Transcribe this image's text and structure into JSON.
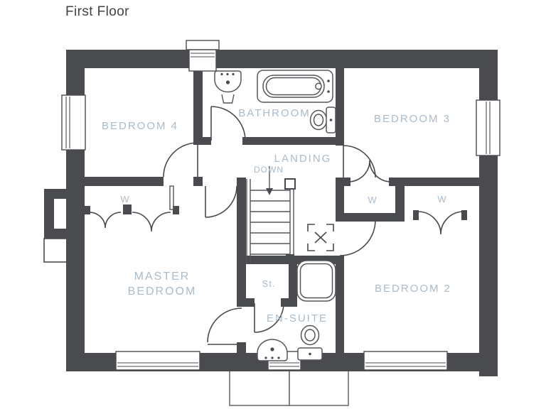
{
  "title": "First Floor",
  "colors": {
    "wall": "#4a4b4f",
    "fixture_line": "#55565a",
    "room_label": "#aabbca",
    "title_text": "#3e4347",
    "background": "#ffffff"
  },
  "rooms": {
    "bedroom4": "BEDROOM 4",
    "bathroom": "BATHROOM",
    "bedroom3": "BEDROOM 3",
    "landing": "LANDING",
    "down": "DOWN",
    "master1": "MASTER",
    "master2": "BEDROOM",
    "storage": "St.",
    "ensuite": "EN-SUITE",
    "bedroom2": "BEDROOM 2",
    "wardrobe": "W"
  },
  "fixtures": [
    "bathtub",
    "pedestal-sink",
    "toilet",
    "shower",
    "stairs",
    "loft-hatch",
    "wardrobe-doors",
    "window",
    "door"
  ]
}
